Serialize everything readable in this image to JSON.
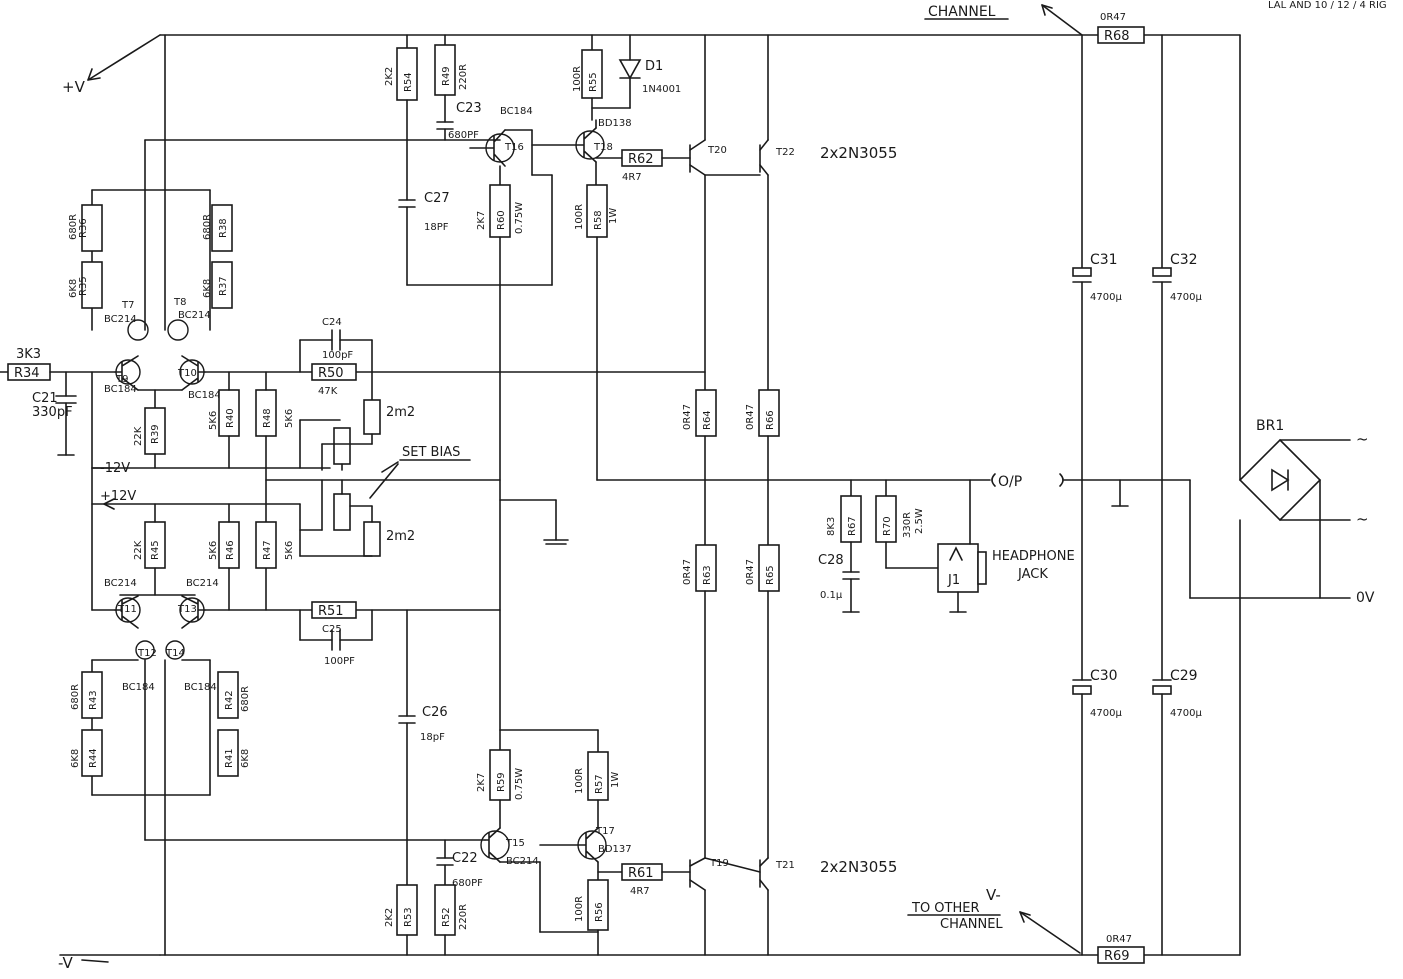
{
  "header": {
    "channel_top": "CHANNEL",
    "note_top_right": "LAL AND 10 / 12 / 4 RIG"
  },
  "rails": {
    "pos": "+V",
    "neg": "-V",
    "neg_tag": "V-",
    "to_other_channel": "TO OTHER",
    "channel_bottom": "CHANNEL"
  },
  "resistors": {
    "R34": {
      "ref": "R34",
      "value": "3K3"
    },
    "R35": {
      "ref": "R35",
      "value": "6K8"
    },
    "R36": {
      "ref": "R36",
      "value": "680R"
    },
    "R37": {
      "ref": "R37",
      "value": "6K8"
    },
    "R38": {
      "ref": "R38",
      "value": "680R"
    },
    "R39": {
      "ref": "R39",
      "value": "22K"
    },
    "R40": {
      "ref": "R40",
      "value": "5K6"
    },
    "R41": {
      "ref": "R41",
      "value": "6K8"
    },
    "R42": {
      "ref": "R42",
      "value": "680R"
    },
    "R43": {
      "ref": "R43",
      "value": "680R"
    },
    "R44": {
      "ref": "R44",
      "value": "6K8"
    },
    "R45": {
      "ref": "R45",
      "value": "22K"
    },
    "R46": {
      "ref": "R46",
      "value": "5K6"
    },
    "R47": {
      "ref": "R47",
      "value": "5K6"
    },
    "R48": {
      "ref": "R48",
      "value": "5K6"
    },
    "R49": {
      "ref": "R49",
      "value": "220R"
    },
    "R50": {
      "ref": "R50",
      "value": "47K"
    },
    "R51": {
      "ref": "R51",
      "value": ""
    },
    "R52": {
      "ref": "R52",
      "value": "220R"
    },
    "R53": {
      "ref": "R53",
      "value": "2K2"
    },
    "R54": {
      "ref": "R54",
      "value": "2K2"
    },
    "R55": {
      "ref": "R55",
      "value": "100R"
    },
    "R56": {
      "ref": "R56",
      "value": "100R"
    },
    "R57": {
      "ref": "R57",
      "value": "100R",
      "rating": "1W"
    },
    "R58": {
      "ref": "R58",
      "value": "100R",
      "rating": "1W"
    },
    "R59": {
      "ref": "R59",
      "value": "2K7",
      "rating": "0.75W"
    },
    "R60": {
      "ref": "R60",
      "value": "2K7",
      "rating": "0.75W"
    },
    "R61": {
      "ref": "R61",
      "value": "4R7"
    },
    "R62": {
      "ref": "R62",
      "value": "4R7"
    },
    "R63": {
      "ref": "R63",
      "value": "0R47"
    },
    "R64": {
      "ref": "R64",
      "value": "0R47"
    },
    "R65": {
      "ref": "R65",
      "value": "0R47"
    },
    "R66": {
      "ref": "R66",
      "value": "0R47"
    },
    "R67": {
      "ref": "R67",
      "value": "8K3"
    },
    "R68": {
      "ref": "R68",
      "value": "0R47"
    },
    "R69": {
      "ref": "R69",
      "value": "0R47"
    },
    "R70": {
      "ref": "R70",
      "value": "330R",
      "rating": "2.5W"
    }
  },
  "capacitors": {
    "C21": {
      "ref": "C21",
      "value": "330pF"
    },
    "C22": {
      "ref": "C22",
      "value": "680PF"
    },
    "C23": {
      "ref": "C23",
      "value": "680PF"
    },
    "C24": {
      "ref": "C24",
      "value": "100pF"
    },
    "C25": {
      "ref": "C25",
      "value": "100PF"
    },
    "C26": {
      "ref": "C26",
      "value": "18pF"
    },
    "C27": {
      "ref": "C27",
      "value": "18PF"
    },
    "C28": {
      "ref": "C28",
      "value": "0.1µ"
    },
    "C29": {
      "ref": "C29",
      "value": "4700µ"
    },
    "C30": {
      "ref": "C30",
      "value": "4700µ"
    },
    "C31": {
      "ref": "C31",
      "value": "4700µ"
    },
    "C32": {
      "ref": "C32",
      "value": "4700µ"
    }
  },
  "transistors": {
    "T7": {
      "ref": "T7",
      "type": "BC214"
    },
    "T8": {
      "ref": "T8",
      "type": "BC214"
    },
    "T9": {
      "ref": "T9",
      "type": "BC184"
    },
    "T10": {
      "ref": "T10",
      "type": "BC184"
    },
    "T11": {
      "ref": "T11",
      "type": "BC214"
    },
    "T12": {
      "ref": "T12",
      "type": "BC184"
    },
    "T13": {
      "ref": "T13",
      "type": "BC214"
    },
    "T14": {
      "ref": "T14",
      "type": "BC184"
    },
    "T15": {
      "ref": "T15",
      "type": "BC214"
    },
    "T16": {
      "ref": "T16",
      "type": "BC184"
    },
    "T17": {
      "ref": "T17",
      "type": "BD137"
    },
    "T18": {
      "ref": "T18",
      "type": "BD138"
    },
    "T19": {
      "ref": "T19"
    },
    "T20": {
      "ref": "T20"
    },
    "T21": {
      "ref": "T21"
    },
    "T22": {
      "ref": "T22"
    }
  },
  "pairs": {
    "top": "2x2N3055",
    "bottom": "2x2N3055"
  },
  "diode": {
    "ref": "D1",
    "type": "1N4001"
  },
  "pots": {
    "upper": "2m2",
    "lower": "2m2",
    "set_bias": "SET BIAS"
  },
  "rail_labels": {
    "neg12": "-12V",
    "pos12": "+12V"
  },
  "output": {
    "label": "O/P",
    "jack_ref": "J1",
    "jack_text_1": "HEADPHONE",
    "jack_text_2": "JACK"
  },
  "psu": {
    "bridge": "BR1",
    "ac1": "~",
    "ac2": "~",
    "zero": "0V"
  }
}
